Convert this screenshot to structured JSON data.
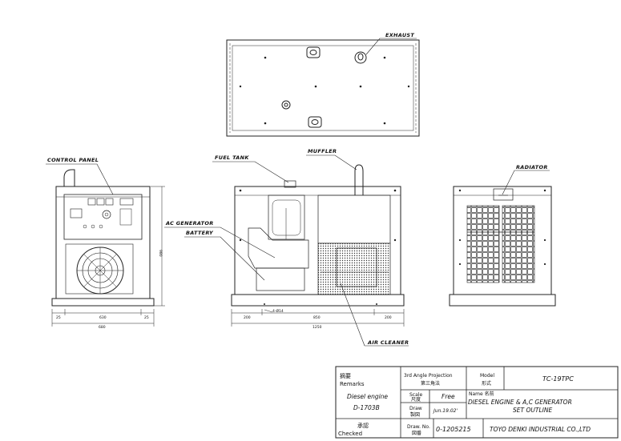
{
  "labels": {
    "exhaust": "EXHAUST",
    "control_panel": "CONTROL PANEL",
    "fuel_tank": "FUEL TANK",
    "muffler": "MUFFLER",
    "radiator": "RADIATOR",
    "ac_generator": "AC GENERATOR",
    "battery": "BATTERY",
    "air_cleaner": "AIR CLEANER"
  },
  "dimensions": {
    "side_overall": "680",
    "side_left_margin": "25",
    "side_mid": "630",
    "side_right_margin": "25",
    "side_height": "980",
    "front_overall": "1250",
    "front_left": "200",
    "front_mid": "850",
    "front_right": "200",
    "mount_holes": "4-Ø14"
  },
  "title_block": {
    "remarks_jp": "摘要",
    "remarks_en": "Remarks",
    "engine_label": "Diesel engine",
    "engine_model": "D-1703B",
    "projection": "3rd Angle Projection",
    "projection_jp": "第三角法",
    "model_label": "Model",
    "model_label_jp": "形式",
    "model_value": "TC-19TPC",
    "scale_label": "Scale",
    "scale_label_jp": "尺度",
    "scale_value": "Free",
    "name_label": "Name 名前",
    "name_line1": "DIESEL ENGINE & A,C GENERATOR",
    "name_line2": "SET OUTLINE",
    "draw_label": "Draw",
    "draw_label_jp": "製図",
    "draw_value": "Jun.19.02'",
    "checked_jp": "承認",
    "checked_en": "Checked",
    "drawno_label": "Draw. No.",
    "drawno_label_jp": "図番",
    "drawno_value": "0-1205215",
    "company": "TOYO DENKI INDUSTRIAL CO.,LTD"
  }
}
